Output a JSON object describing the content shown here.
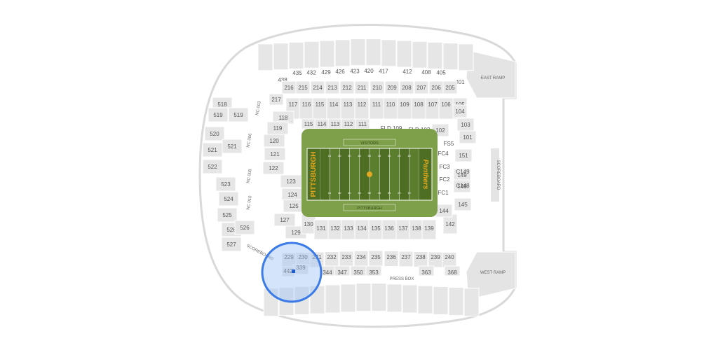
{
  "colors": {
    "bowl_outline": "#cfcfcf",
    "seat_fill": "#e6e6e6",
    "seat_stroke": "#ffffff",
    "field_outer": "#7ea04a",
    "field_inner": "#5a7d2e",
    "stripe_dark": "#4e6e24",
    "endzone_text": "#e2a820",
    "highlight_fill": "#9fc4f5",
    "highlight_stroke": "#3b7be8",
    "marker": "#1f5fd1"
  },
  "venue": {
    "east_ramp": "EAST RAMP",
    "west_ramp": "WEST RAMP",
    "scoreboard_right": "SCOREBOARD",
    "scoreboard_left": "SCOREBOARD",
    "press_box": "PRESS BOX"
  },
  "field": {
    "end_zone_left": "PITTSBURGH",
    "end_zone_right": "Panthers",
    "sideline_top": "VISITORS",
    "sideline_bottom": "PITTSBURGH",
    "yard_lines": [
      "10",
      "20",
      "30",
      "40",
      "50",
      "40",
      "30",
      "20",
      "10"
    ]
  },
  "sections": {
    "upper_400": [
      "438",
      "435",
      "432",
      "429",
      "426",
      "423",
      "420",
      "417",
      "412",
      "408",
      "405",
      "401"
    ],
    "club_200_top": [
      "216",
      "215",
      "214",
      "213",
      "212",
      "211",
      "210",
      "209",
      "208",
      "207",
      "206",
      "205"
    ],
    "lower_100_top": [
      "117",
      "116",
      "115",
      "114",
      "113",
      "112",
      "111",
      "110",
      "109",
      "108",
      "107",
      "106",
      "105",
      "104"
    ],
    "lower_100_front_top": [
      "115",
      "114",
      "113",
      "112",
      "111"
    ],
    "lower_100_left": [
      "118",
      "119",
      "120",
      "121",
      "122",
      "123",
      "124",
      "125",
      "127",
      "129"
    ],
    "lower_100_bottom": [
      "130",
      "131",
      "132",
      "133",
      "134",
      "135",
      "136",
      "137",
      "138",
      "139",
      "142"
    ],
    "lower_100_right": [
      "102",
      "103",
      "101",
      "151",
      "149",
      "148",
      "145",
      "144"
    ],
    "field_club": [
      "FLD 109",
      "FLD 102",
      "FS5",
      "FC4",
      "FC3",
      "FC2",
      "FC1",
      "C149",
      "C148"
    ],
    "club_200_bottom": [
      "229",
      "230",
      "231",
      "232",
      "233",
      "234",
      "235",
      "236",
      "237",
      "238",
      "239",
      "240"
    ],
    "upper_300_bottom": [
      "339",
      "344",
      "347",
      "350",
      "353",
      "363",
      "368"
    ],
    "upper_500": [
      "518",
      "519",
      "519",
      "520",
      "521",
      "521",
      "522",
      "523",
      "524",
      "525",
      "526",
      "526",
      "527"
    ],
    "nc": [
      "NC 003",
      "NC 006",
      "NC 008",
      "NC 010"
    ],
    "other": [
      "217",
      "442"
    ]
  },
  "highlight": {
    "section_label": "442"
  }
}
